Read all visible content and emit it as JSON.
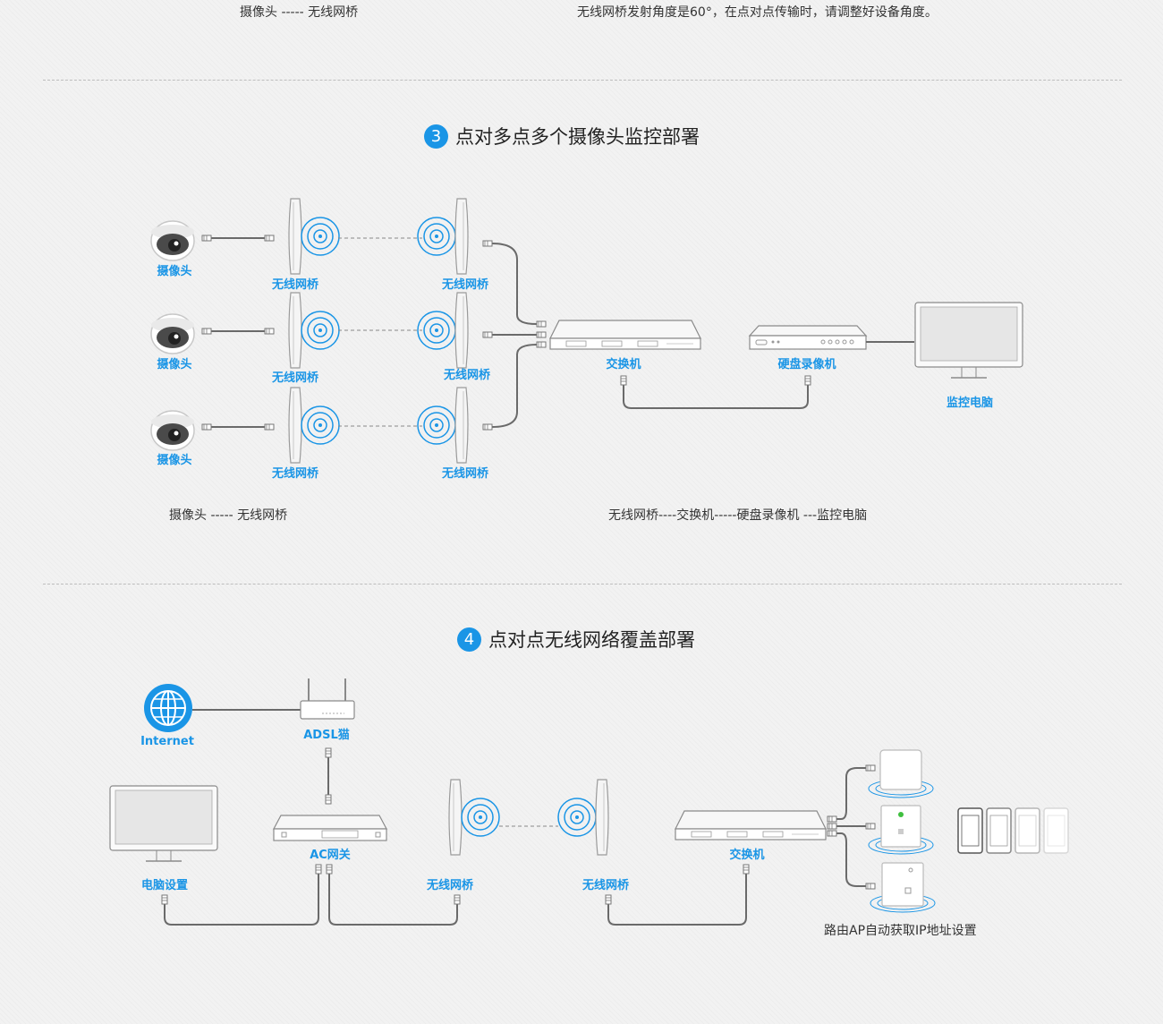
{
  "top_notes": {
    "left": "摄像头 ----- 无线网桥",
    "right": "无线网桥发射角度是60°，在点对点传输时，请调整好设备角度。"
  },
  "section3": {
    "number": "3",
    "title": "点对多点多个摄像头监控部署",
    "camera_label": "摄像头",
    "bridge_label": "无线网桥",
    "switch_label": "交换机",
    "nvr_label": "硬盘录像机",
    "monitor_label": "监控电脑",
    "note_left": "摄像头 ----- 无线网桥",
    "note_right": "无线网桥----交换机-----硬盘录像机 ---监控电脑"
  },
  "section4": {
    "number": "4",
    "title": "点对点无线网络覆盖部署",
    "internet_label": "Internet",
    "adsl_label": "ADSL猫",
    "ac_label": "AC网关",
    "pc_label": "电脑设置",
    "bridge_label": "无线网桥",
    "switch_label": "交换机",
    "ap_note": "路由AP自动获取IP地址设置"
  },
  "colors": {
    "accent": "#1a95e6",
    "cable": "#6a6a6a",
    "device_stroke": "#8a8a8a"
  }
}
